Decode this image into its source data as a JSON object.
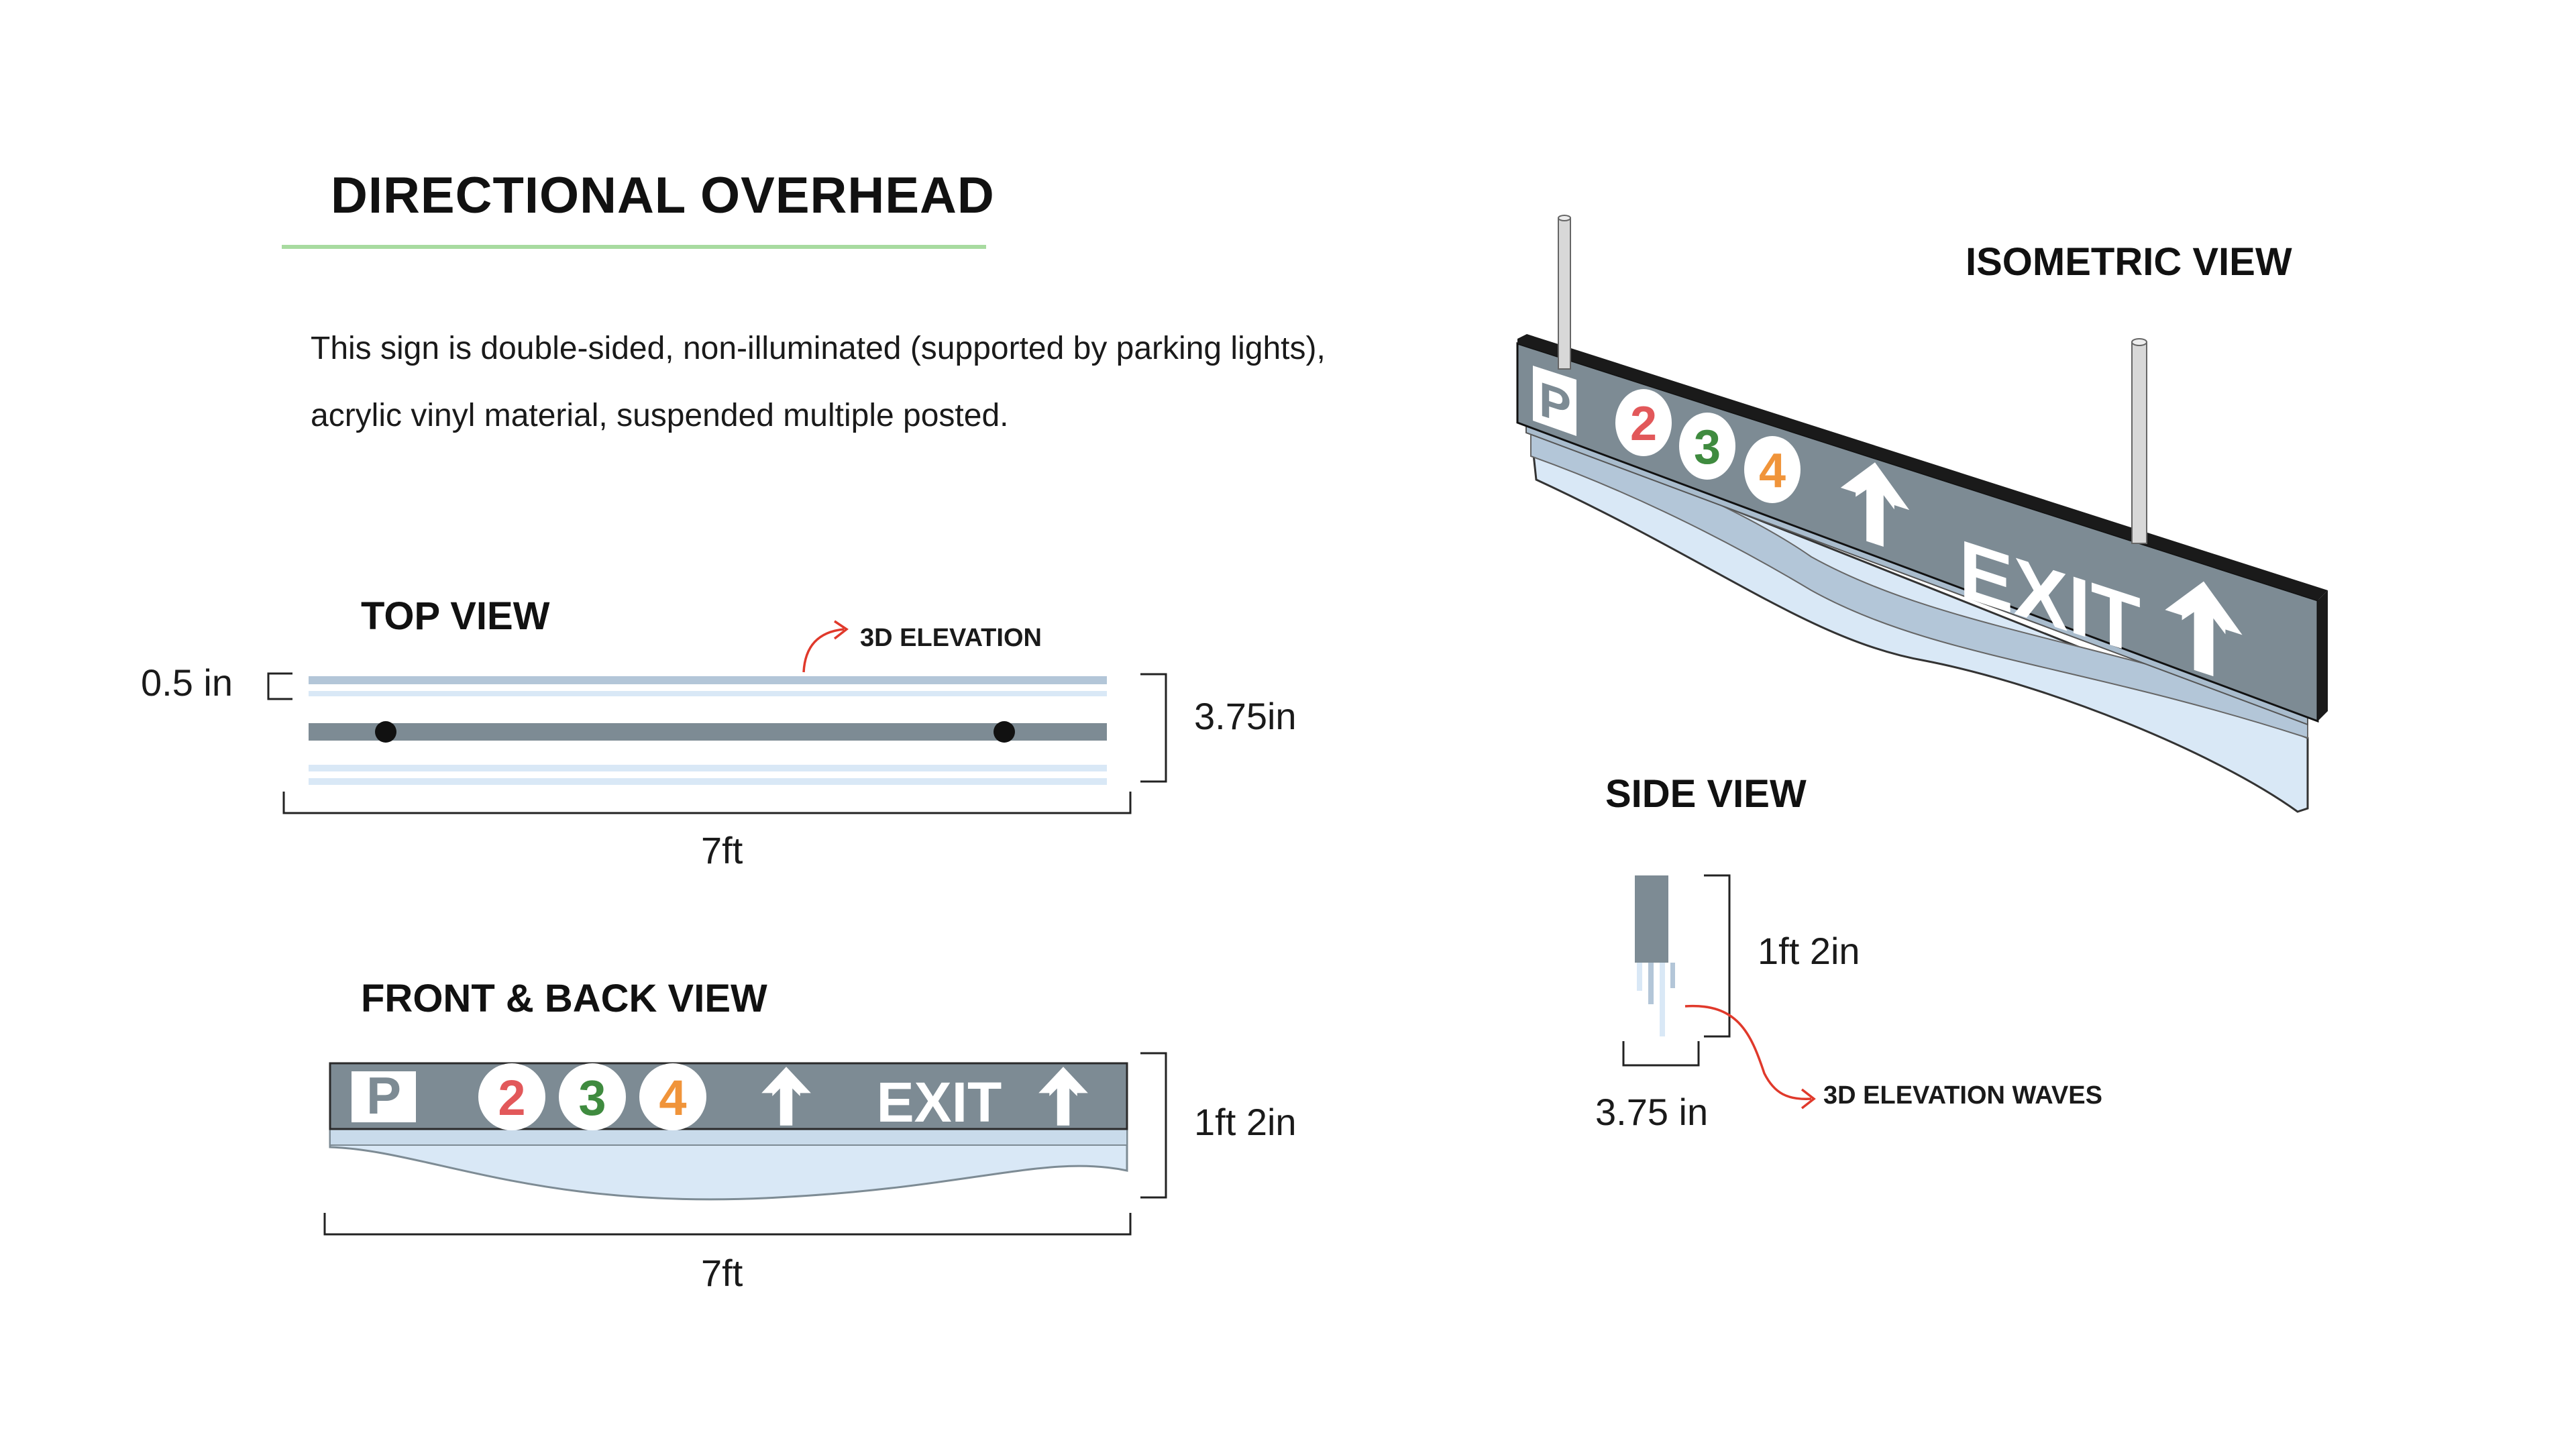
{
  "title": "DIRECTIONAL OVERHEAD",
  "description": "This sign is double-sided, non-illuminated (supported by parking lights), acrylic vinyl material, suspended multiple posted.",
  "colors": {
    "title_underline": "#a8dba0",
    "sign_face": "#7d8b94",
    "acrylic_light": "#d9e8f6",
    "acrylic_mid": "#b3c6d8",
    "callout": "#e0392b",
    "level_2": "#e2585a",
    "level_3": "#3f8b3f",
    "level_4": "#f0943a"
  },
  "sign": {
    "parking": "P",
    "levels": [
      "2",
      "3",
      "4"
    ],
    "exit": "EXIT",
    "arrow_icon": "arrow-up-icon"
  },
  "top_view": {
    "label": "TOP VIEW",
    "callout": "3D ELEVATION",
    "thickness": "0.5 in",
    "depth": "3.75in",
    "width": "7ft"
  },
  "front_view": {
    "label": "FRONT & BACK VIEW",
    "height": "1ft 2in",
    "width": "7ft"
  },
  "isometric_view": {
    "label": "ISOMETRIC VIEW"
  },
  "side_view": {
    "label": "SIDE VIEW",
    "height": "1ft 2in",
    "depth": "3.75 in",
    "callout": "3D ELEVATION WAVES"
  }
}
